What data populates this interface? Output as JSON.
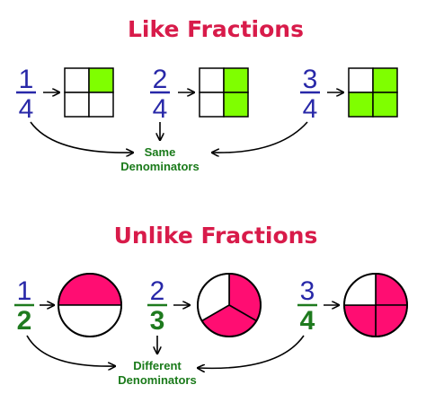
{
  "colors": {
    "title": "#d81b4a",
    "numerator": "#2828a8",
    "unlike_denominator": "#1e7a1e",
    "note": "#1a7a1a",
    "like_fill": "#7fff00",
    "unlike_fill": "#ff0d72",
    "stroke": "#000000"
  },
  "like": {
    "title": "Like Fractions",
    "note_line1": "Same",
    "note_line2": "Denominators",
    "fractions": [
      {
        "num": "1",
        "den": "4",
        "shaded": 1,
        "total": 4
      },
      {
        "num": "2",
        "den": "4",
        "shaded": 2,
        "total": 4
      },
      {
        "num": "3",
        "den": "4",
        "shaded": 3,
        "total": 4
      }
    ]
  },
  "unlike": {
    "title": "Unlike Fractions",
    "note_line1": "Different",
    "note_line2": "Denominators",
    "fractions": [
      {
        "num": "1",
        "den": "2",
        "shaded": 1,
        "total": 2
      },
      {
        "num": "2",
        "den": "3",
        "shaded": 2,
        "total": 3
      },
      {
        "num": "3",
        "den": "4",
        "shaded": 3,
        "total": 4
      }
    ]
  }
}
